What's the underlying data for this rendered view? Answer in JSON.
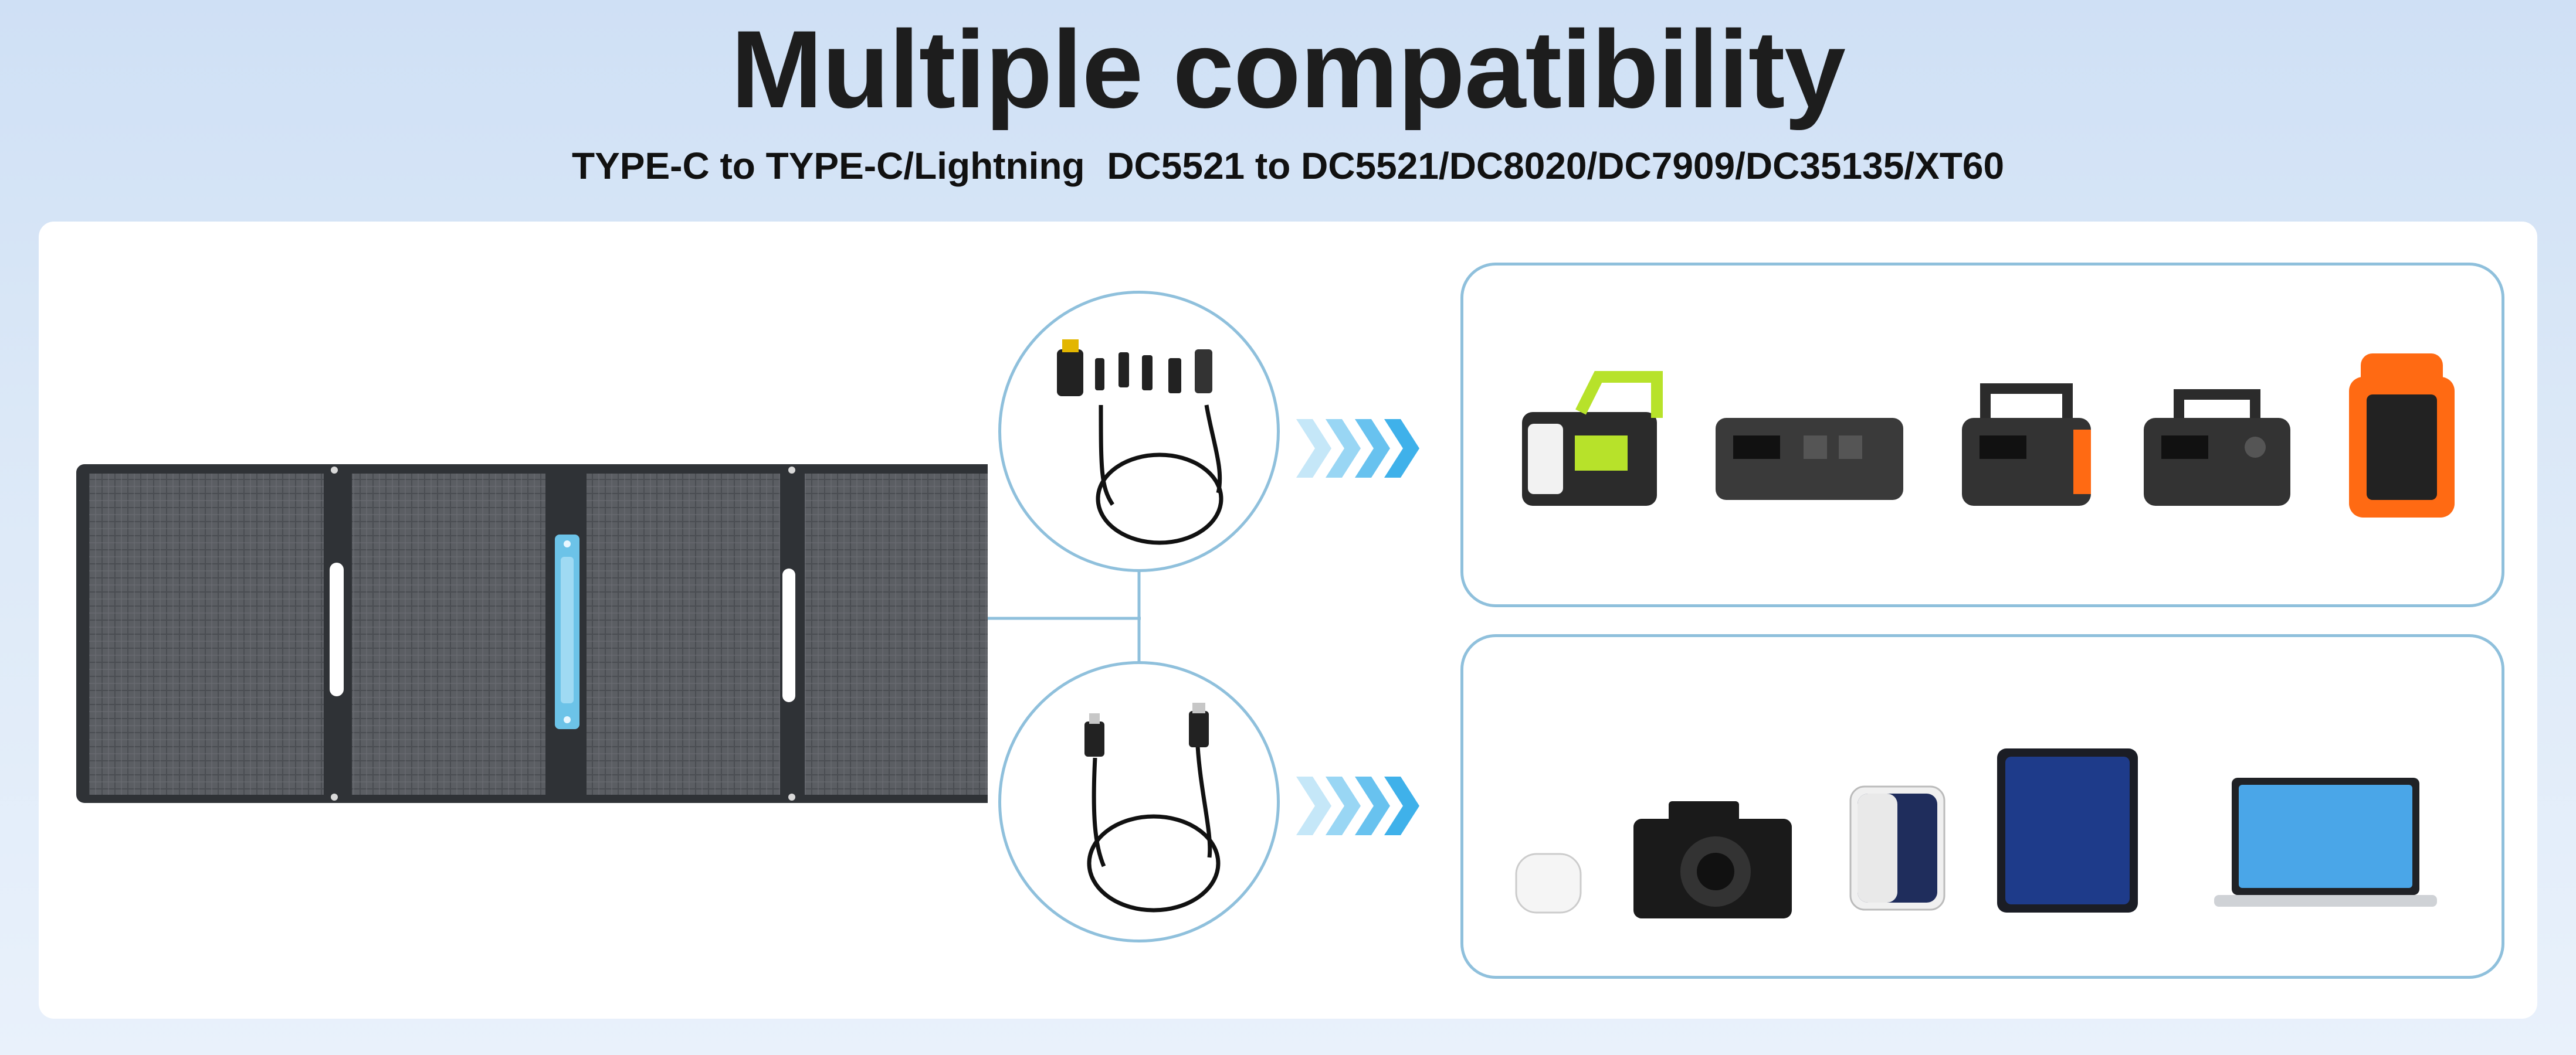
{
  "title": "Multiple compatibility",
  "subtitle": {
    "part1": "TYPE-C to TYPE-C/Lightning",
    "part2": "DC5521 to DC5521/DC8020/DC7909/DC35135/XT60"
  },
  "colors": {
    "accent_line": "#8fc0dc",
    "arrow_fill": "#3fb1ea",
    "panel_dark": "#3a3d42",
    "handle_blue": "#6cc3e8",
    "orange": "#ff6a13"
  },
  "icons": {
    "solar_panel": "solar-panel-icon",
    "dc_cable": "dc-adapter-cable-icon",
    "usb_cable": "usb-c-cable-icon",
    "arrows": "chevrons-right-icon"
  },
  "devices_top": [
    "portable-power-station-1",
    "power-station-2",
    "power-station-3",
    "power-station-4",
    "power-station-5"
  ],
  "devices_bottom": [
    "earbuds",
    "camera",
    "smartphone",
    "tablet",
    "laptop"
  ]
}
